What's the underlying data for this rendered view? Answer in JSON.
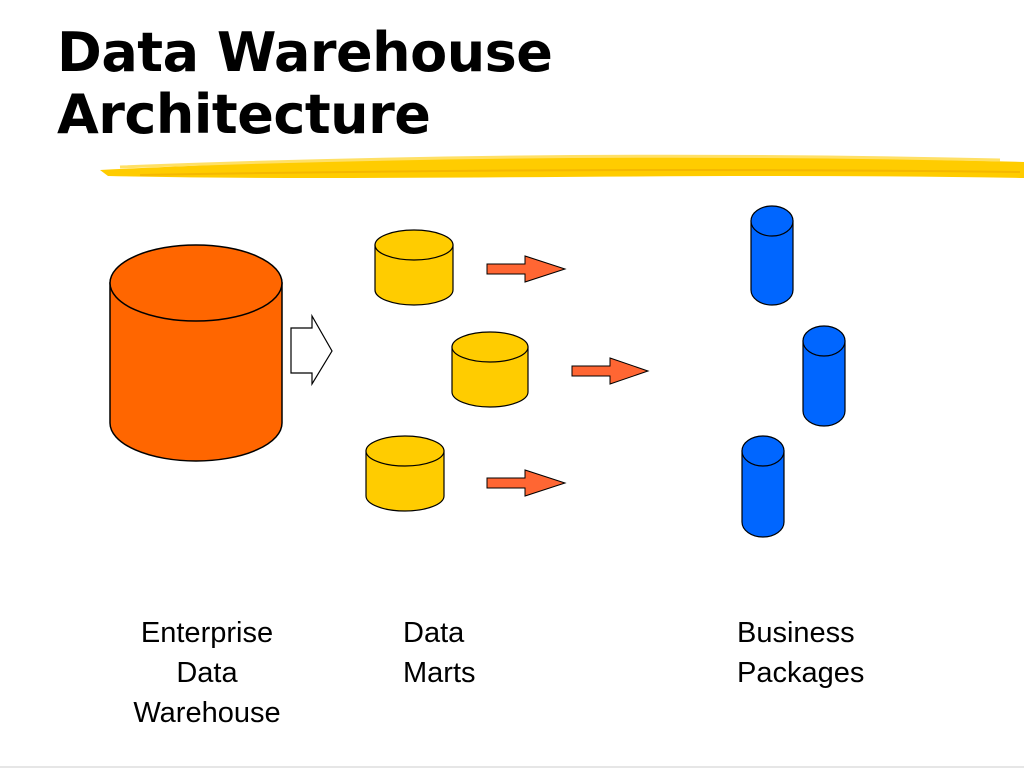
{
  "title": {
    "line1": "Data Warehouse",
    "line2": "Architecture"
  },
  "labels": {
    "enterprise": [
      "Enterprise",
      "Data",
      "Warehouse"
    ],
    "marts": [
      "Data",
      "Marts"
    ],
    "packages": [
      "Business",
      "Packages"
    ]
  },
  "colors": {
    "warehouse": "#ff6600",
    "data_mart": "#ffcc00",
    "business_package": "#0066ff",
    "arrow": "#ff6633",
    "underline": "#ffcc00"
  }
}
